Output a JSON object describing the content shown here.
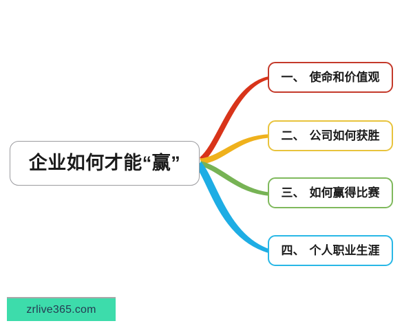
{
  "background_color": "#ffffff",
  "diagram": {
    "type": "mind-map",
    "center": {
      "label": "企业如何才能“赢”",
      "border_color": "#9a9a9e",
      "fill_color": "#ffffff",
      "text_color": "#1b1b1b"
    },
    "branches": [
      {
        "num": "一、",
        "text": "使命和价值观",
        "full_label": "一、 使命和价值观",
        "color": "#c4392a",
        "connector_color": "#d8341a"
      },
      {
        "num": "二、",
        "text": "公司如何获胜",
        "full_label": "二、 公司如何获胜",
        "color": "#e8c33c",
        "connector_color": "#efb11c"
      },
      {
        "num": "三、",
        "text": "如何赢得比赛",
        "full_label": "三、 如何赢得比赛",
        "color": "#7fb95c",
        "connector_color": "#77b355"
      },
      {
        "num": "四、",
        "text": "个人职业生涯",
        "full_label": "四、 个人职业生涯",
        "color": "#28b7e6",
        "connector_color": "#1eade4"
      }
    ]
  },
  "watermark": {
    "text": "zrlive365.com",
    "background_color": "#3ddcab",
    "text_color": "#263a52"
  }
}
